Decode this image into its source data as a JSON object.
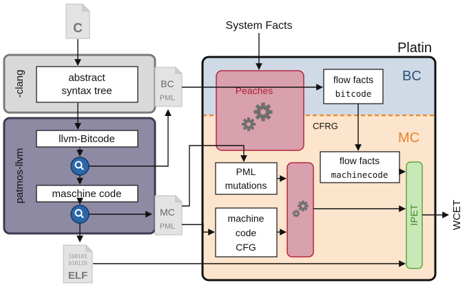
{
  "source_file": {
    "label": "C"
  },
  "clang": {
    "side_label": "-clang",
    "ast_line1": "abstract",
    "ast_line2": "syntax tree"
  },
  "patmos": {
    "side_label": "patmos-llvm",
    "bitcode_label": "llvm-Bitcode",
    "machine_label": "maschine code"
  },
  "bc_file": {
    "top": "BC",
    "bottom": "PML"
  },
  "mc_file": {
    "top": "MC",
    "bottom": "PML"
  },
  "elf_file": {
    "bits_line1": "100101",
    "bits_line2": "010110",
    "label": "ELF"
  },
  "system_facts": "System Facts",
  "platin": {
    "title": "Platin",
    "bc_label": "BC",
    "mc_label": "MC",
    "cfrg_label": "CFRG",
    "peaches_label": "Peaches",
    "flow_facts_bc_line1": "flow facts",
    "flow_facts_bc_line2": "bitcode",
    "flow_facts_mc_line1": "flow facts",
    "flow_facts_mc_line2": "machinecode",
    "pml_mut_line1": "PML",
    "pml_mut_line2": "mutations",
    "mcfg_line1": "machine",
    "mcfg_line2": "code",
    "mcfg_line3": "CFG",
    "ipet_label": "IPET"
  },
  "output_label": "WCET",
  "colors": {
    "clang_bg": "#d9d9d9",
    "clang_border": "#7a7a7a",
    "patmos_bg": "#8e8aa4",
    "patmos_border": "#3c3a52",
    "bc_region": "#cfdae6",
    "mc_region": "#fde4cc",
    "peaches_fill": "#d9a0ad",
    "peaches_border": "#b3253f",
    "peaches_text": "#a8203a",
    "bc_text": "#2b4f7a",
    "mc_text": "#e8832a",
    "cfrg_dash": "#f08a2a",
    "ipet_fill": "#c9e8b8",
    "ipet_border": "#5aa73c",
    "magnifier": "#2a67a8",
    "file_icon": "#e3e3e3"
  }
}
